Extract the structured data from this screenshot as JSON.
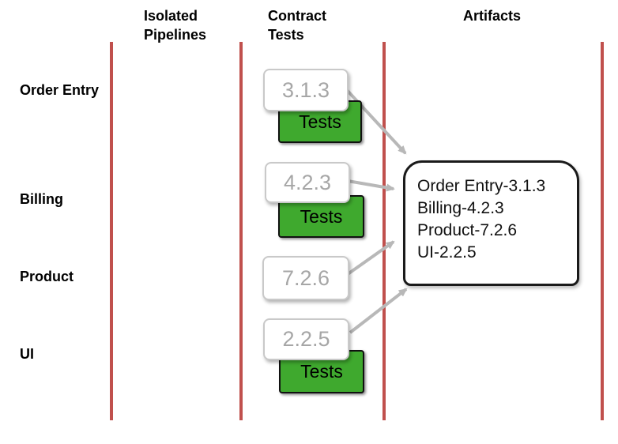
{
  "diagram": {
    "headers": {
      "isolated_pipelines": "Isolated\nPipelines",
      "contract_tests": "Contract\nTests",
      "artifacts": "Artifacts"
    },
    "rows": [
      {
        "label": "Order Entry",
        "version": "3.1.3",
        "has_tests": true
      },
      {
        "label": "Billing",
        "version": "4.2.3",
        "has_tests": true
      },
      {
        "label": "Product",
        "version": "7.2.6",
        "has_tests": false
      },
      {
        "label": "UI",
        "version": "2.2.5",
        "has_tests": true
      }
    ],
    "tests_label": "Tests",
    "artifacts_box": {
      "lines": [
        "Order Entry-3.1.3",
        "Billing-4.2.3",
        "Product-7.2.6",
        "UI-2.2.5"
      ]
    },
    "colors": {
      "divider_red": "#c0504d",
      "tests_green": "#3fa92e",
      "arrow_gray": "#b8b8b8",
      "version_text_gray": "#a6a6a6",
      "box_border_black": "#1a1a1a"
    }
  }
}
